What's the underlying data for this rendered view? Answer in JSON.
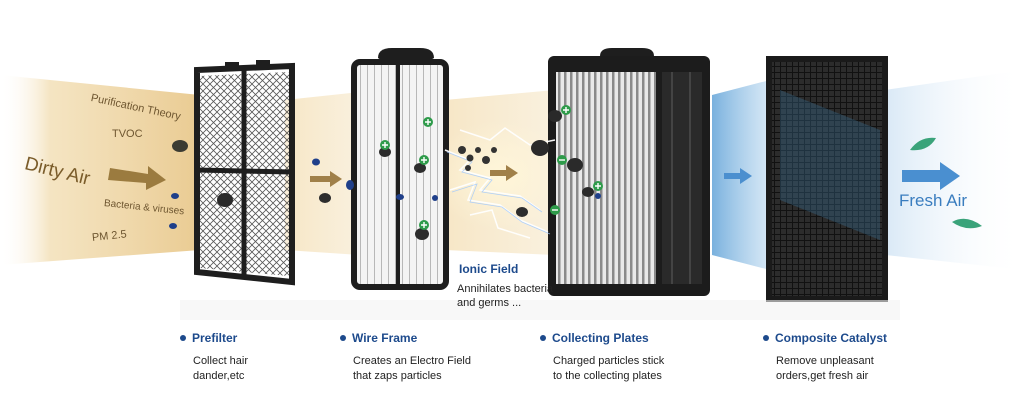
{
  "dirty_air": {
    "title": "Dirty Air",
    "pollutants": [
      "Purification Theory",
      "TVOC",
      "Bacteria & viruses",
      "PM 2.5"
    ]
  },
  "fresh_air": {
    "title": "Fresh Air"
  },
  "ionic_field": {
    "title": "Ionic Field",
    "description": [
      "Annihilates bacteria",
      "and germs ..."
    ]
  },
  "stages": [
    {
      "title": "Prefilter",
      "description": [
        "Collect hair",
        "dander,etc"
      ]
    },
    {
      "title": "Wire Frame",
      "description": [
        "Creates an Electro Field",
        "that zaps particles"
      ]
    },
    {
      "title": "Collecting Plates",
      "description": [
        "Charged particles stick",
        "to the collecting plates"
      ]
    },
    {
      "title": "Composite Catalyst",
      "description": [
        "Remove unpleasant",
        "orders,get fresh air"
      ]
    }
  ],
  "colors": {
    "dirty_air": "#c9a15a",
    "fresh_air": "#5a9fd6",
    "accent_blue": "#1d4a8c",
    "frame": "#1c1c1c",
    "particle": "#2a2a2a",
    "ion_green": "#2e9b4a"
  }
}
